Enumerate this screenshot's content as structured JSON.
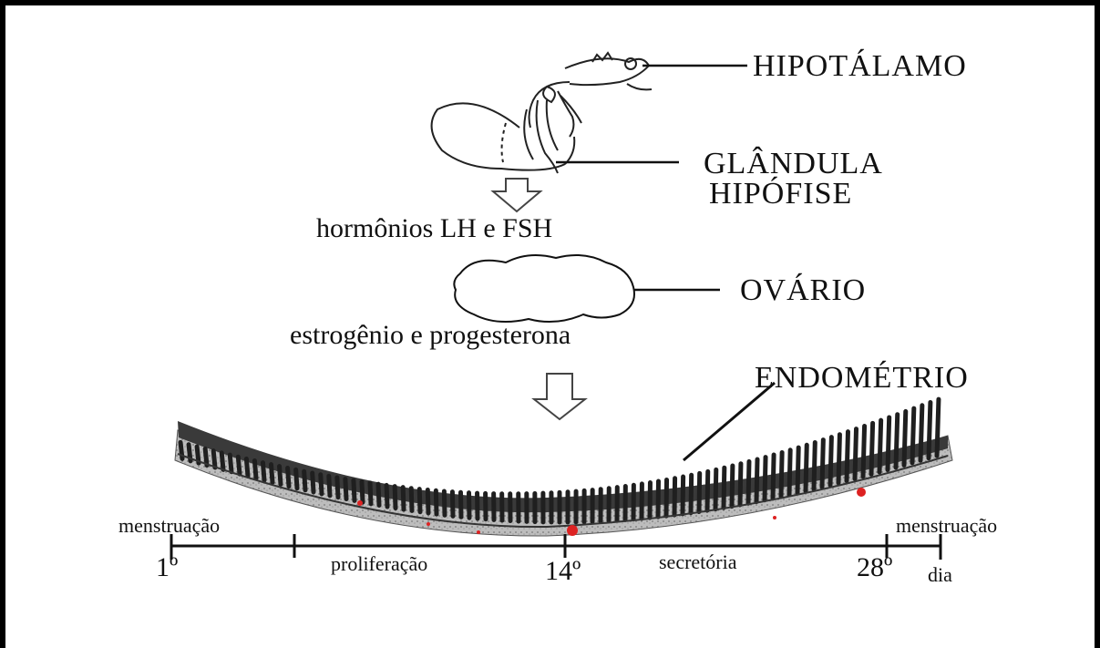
{
  "labels": {
    "hipotalamo": "HIPOTÁLAMO",
    "glandula": "GLÂNDULA",
    "hipofise": "HIPÓFISE",
    "hormonios": "hormônios LH e FSH",
    "ovario": "OVÁRIO",
    "hormonios_ovario": "estrogênio e progesterona",
    "endometrio": "ENDOMÉTRIO"
  },
  "timeline": {
    "menstruacao_start": "menstruação",
    "menstruacao_end": "menstruação",
    "day_1": "1º",
    "day_14": "14º",
    "day_28": "28º",
    "dia": "dia",
    "proliferacao": "proliferação",
    "secretoria": "secretória"
  }
}
